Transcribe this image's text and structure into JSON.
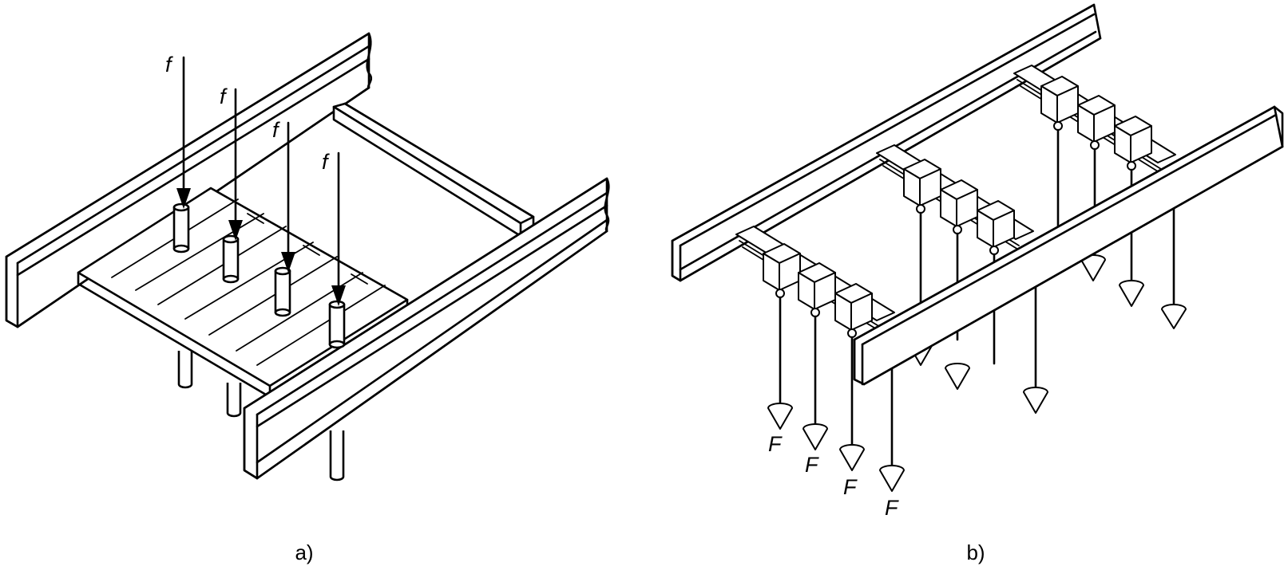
{
  "panels": [
    {
      "caption": "a)",
      "force_symbol": "f"
    },
    {
      "caption": "b)",
      "force_symbol": "F"
    }
  ]
}
